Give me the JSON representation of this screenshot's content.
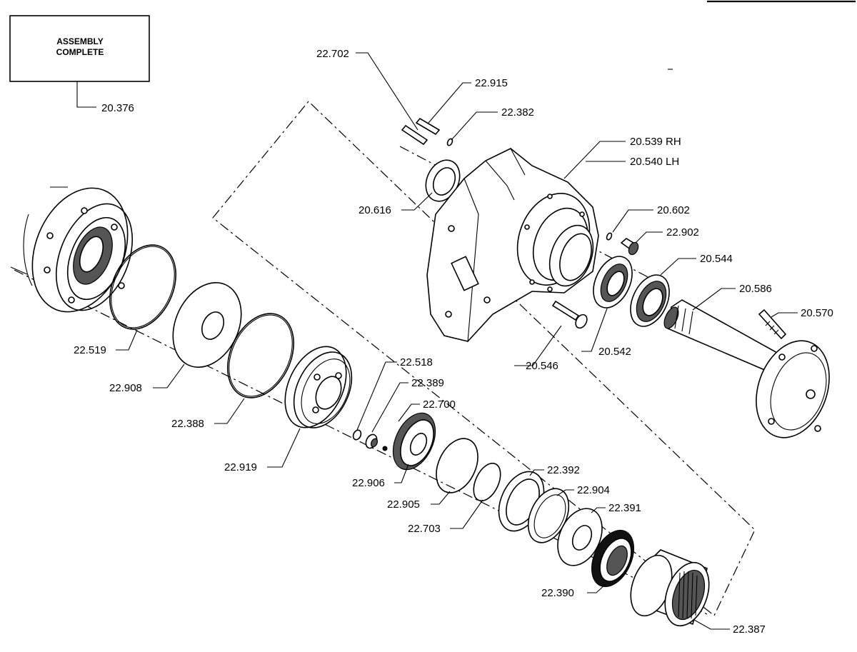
{
  "assembly_box": {
    "line1": "ASSEMBLY",
    "line2": "COMPLETE",
    "ref": "20.376"
  },
  "labels": {
    "l22702": "22.702",
    "l22915": "22.915",
    "l22382": "22.382",
    "l20539": "20.539 RH",
    "l20540": "20.540 LH",
    "l20616": "20.616",
    "l20602": "20.602",
    "l22902": "22.902",
    "l20544": "20.544",
    "l20586": "20.586",
    "l20570": "20.570",
    "l22519": "22.519",
    "l22908": "22.908",
    "l22388": "22.388",
    "l22919": "22.919",
    "l22518": "22.518",
    "l22389": "22.389",
    "l22700": "22.700",
    "l22906": "22.906",
    "l22905": "22.905",
    "l22703": "22.703",
    "l22392": "22.392",
    "l22904": "22.904",
    "l22391": "22.391",
    "l22390": "22.390",
    "l22387": "22.387",
    "l20546": "20.546",
    "l20542": "20.542"
  }
}
